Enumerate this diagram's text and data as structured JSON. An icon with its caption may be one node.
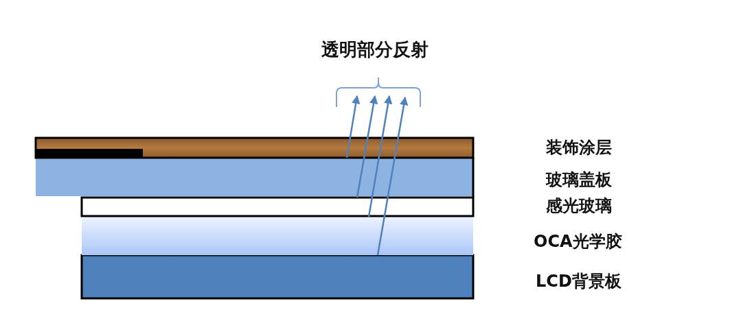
{
  "diagram": {
    "labels": [
      "透明部分反射",
      "装饰涂层",
      "玻璃盖板",
      "感光玻璃",
      "OCA光学胶",
      "LCD背景板"
    ]
  }
}
